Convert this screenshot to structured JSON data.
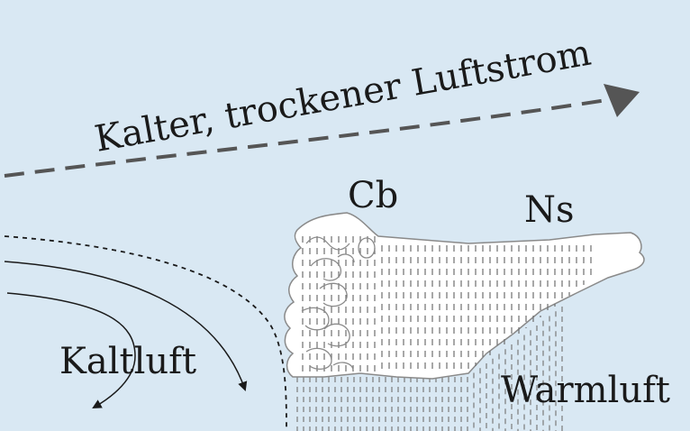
{
  "labels": {
    "dry_airstream": "Kalter, trockener Luftstrom",
    "cumulonimbus": "Cb",
    "nimbostratus": "Ns",
    "cold_air": "Kaltluft",
    "warm_air": "Warmluft"
  },
  "colors": {
    "background": "#d9e8f3",
    "cloud_fill": "#ffffff",
    "cloud_outline": "#8a8a8a",
    "line": "#1a1a1a",
    "airstream_arrow": "#555555",
    "rain": "#7a7a7a"
  }
}
